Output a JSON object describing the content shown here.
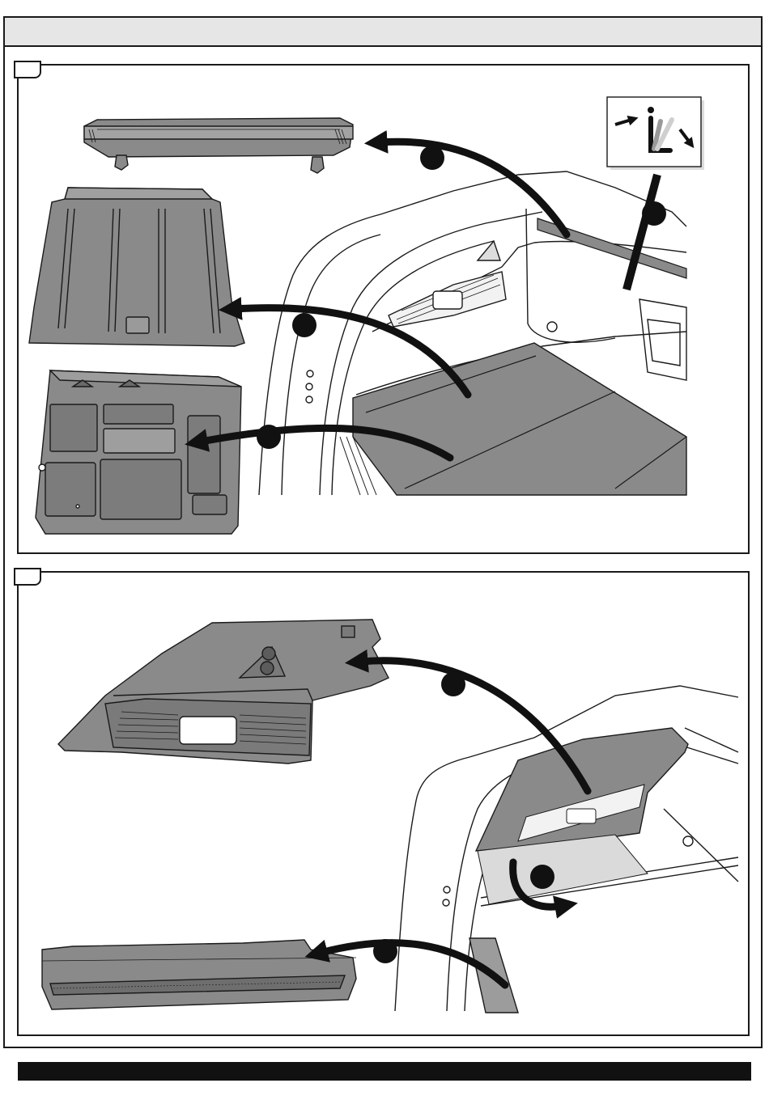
{
  "title": "",
  "steps": [
    {
      "number": "",
      "callouts": [
        {
          "label": "cargo-cover"
        },
        {
          "label": "boot-floor-board"
        },
        {
          "label": "storage-tray"
        },
        {
          "label": "tie-rod"
        }
      ]
    },
    {
      "number": "",
      "callouts": [
        {
          "label": "side-trim-panel"
        },
        {
          "label": "sill-trim"
        },
        {
          "label": "fastener-release"
        }
      ]
    }
  ],
  "footer": "",
  "colors": {
    "line": "#1a1a1a",
    "part_fill": "#8a8a8a",
    "part_dark": "#6f6f6f",
    "header": "#e6e6e6",
    "arrow": "#111111"
  },
  "icons": [
    "seat-fold-icon"
  ]
}
